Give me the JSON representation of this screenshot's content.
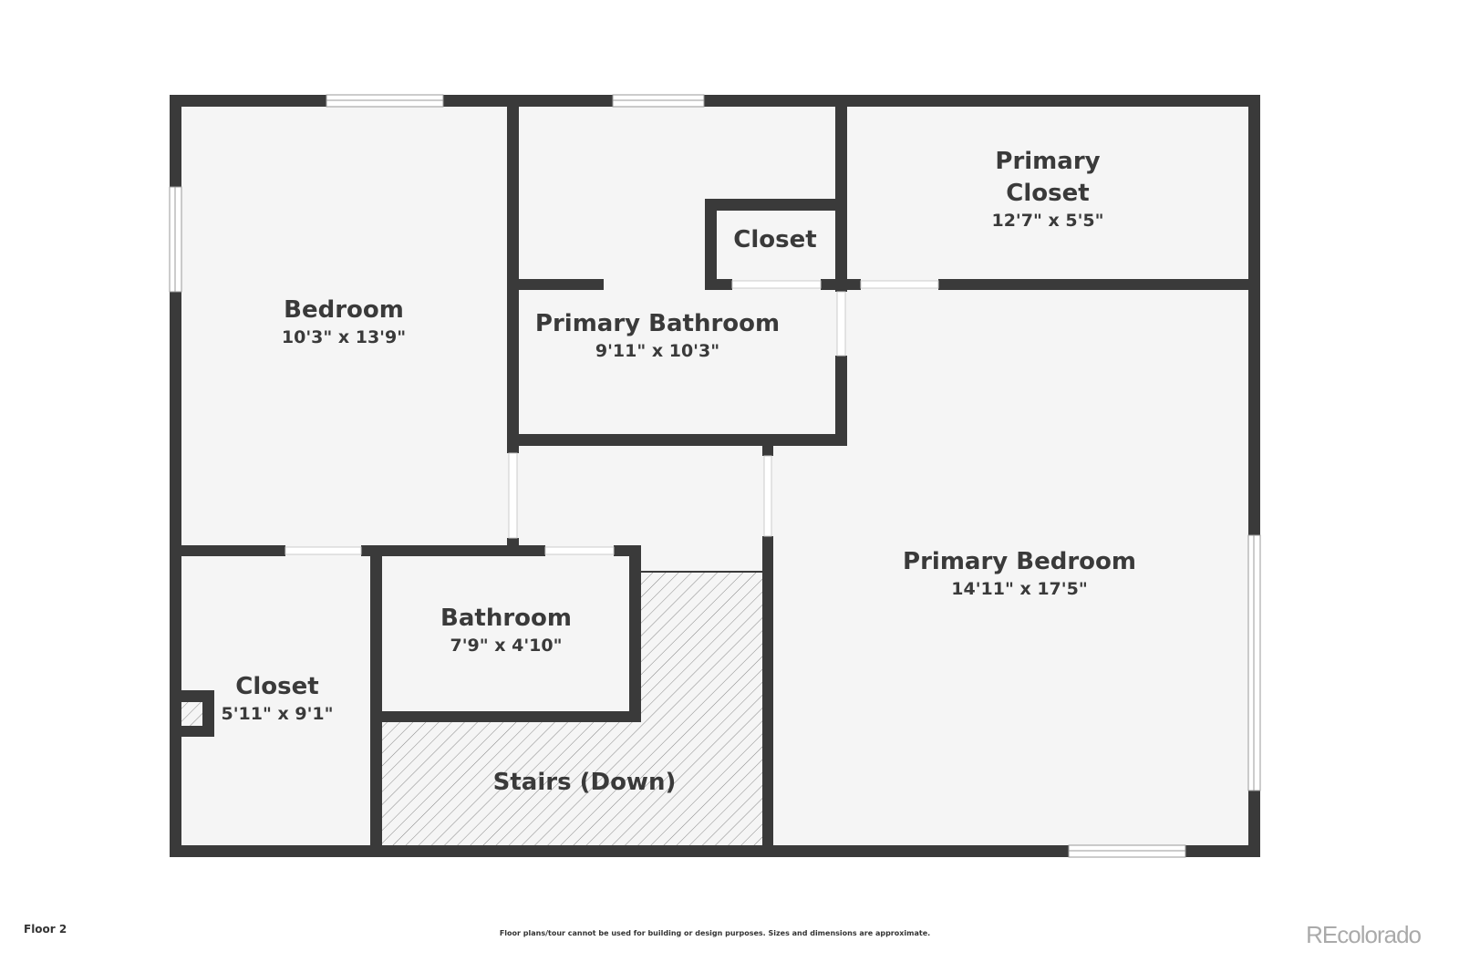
{
  "rooms": {
    "bedroom": {
      "name": "Bedroom",
      "dims": "10'3\" x 13'9\""
    },
    "primary_bathroom": {
      "name": "Primary Bathroom",
      "dims": "9'11\" x 10'3\""
    },
    "closet_small": {
      "name": "Closet"
    },
    "primary_closet": {
      "name": "Primary Closet",
      "dims": "12'7\" x 5'5\""
    },
    "primary_bedroom": {
      "name": "Primary Bedroom",
      "dims": "14'11\" x 17'5\""
    },
    "bathroom": {
      "name": "Bathroom",
      "dims": "7'9\" x 4'10\""
    },
    "closet": {
      "name": "Closet",
      "dims": "5'11\" x 9'1\""
    },
    "stairs": {
      "name": "Stairs (Down)"
    }
  },
  "footer": {
    "floor": "Floor 2",
    "disclaimer": "Floor plans/tour cannot be used for building or design purposes. Sizes and dimensions are approximate.",
    "brand": "REcolorado"
  },
  "colors": {
    "wall": "#3a3a3a",
    "floor": "#f5f5f5"
  }
}
